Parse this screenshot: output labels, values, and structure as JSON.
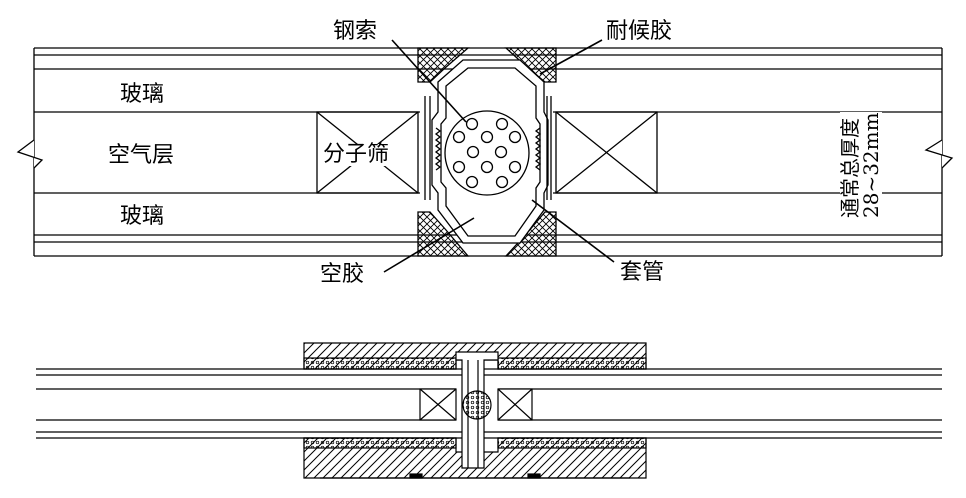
{
  "top_diagram": {
    "labels": {
      "steel_cable": "钢索",
      "weather_sealant": "耐候胶",
      "glass_top": "玻璃",
      "air_layer": "空气层",
      "molecular_sieve": "分子筛",
      "glass_bottom": "玻璃",
      "hollow_glue": "空胶",
      "sleeve": "套管",
      "thickness_line1": "通常总厚度",
      "thickness_line2": "28~32mm"
    }
  },
  "colors": {
    "line": "#000000",
    "background": "#ffffff"
  }
}
